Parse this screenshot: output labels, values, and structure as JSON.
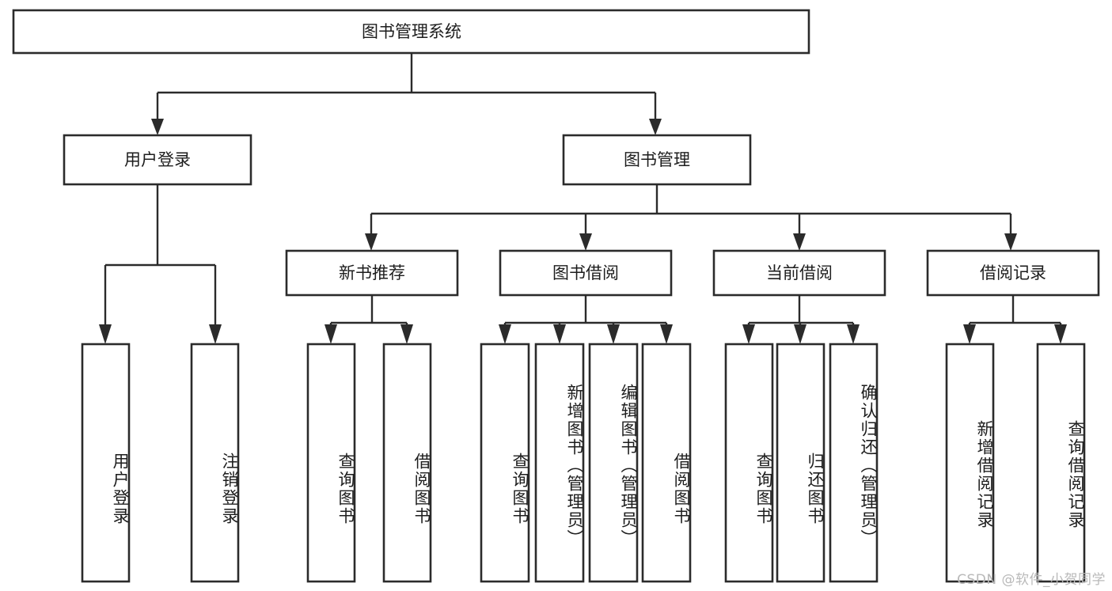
{
  "diagram": {
    "type": "org-chart",
    "title": "图书管理系统",
    "watermark": "CSDN @软件_小贺同学",
    "levels": {
      "root": {
        "label": "图书管理系统"
      },
      "tier2": [
        {
          "label": "用户登录"
        },
        {
          "label": "图书管理"
        }
      ],
      "tier3": [
        {
          "label": "新书推荐"
        },
        {
          "label": "图书借阅"
        },
        {
          "label": "当前借阅"
        },
        {
          "label": "借阅记录"
        }
      ],
      "tier_leaf": {
        "user_login": [
          {
            "label": "用户登录"
          },
          {
            "label": "注销登录"
          }
        ],
        "new_book_recommend": [
          {
            "label": "查询图书"
          },
          {
            "label": "借阅图书"
          }
        ],
        "book_borrow": [
          {
            "label": "查询图书"
          },
          {
            "label": "新增图书（管理员）"
          },
          {
            "label": "编辑图书（管理员）"
          },
          {
            "label": "借阅图书"
          }
        ],
        "current_borrow": [
          {
            "label": "查询图书"
          },
          {
            "label": "归还图书"
          },
          {
            "label": "确认归还（管理员）"
          }
        ],
        "borrow_record": [
          {
            "label": "新增借阅记录"
          },
          {
            "label": "查询借阅记录"
          }
        ]
      }
    },
    "colors": {
      "box_fill": "#ffffff",
      "box_stroke": "#2b2b2b",
      "text": "#1d1d1d",
      "watermark": "#b9b9b9",
      "background": "#ffffff"
    }
  }
}
